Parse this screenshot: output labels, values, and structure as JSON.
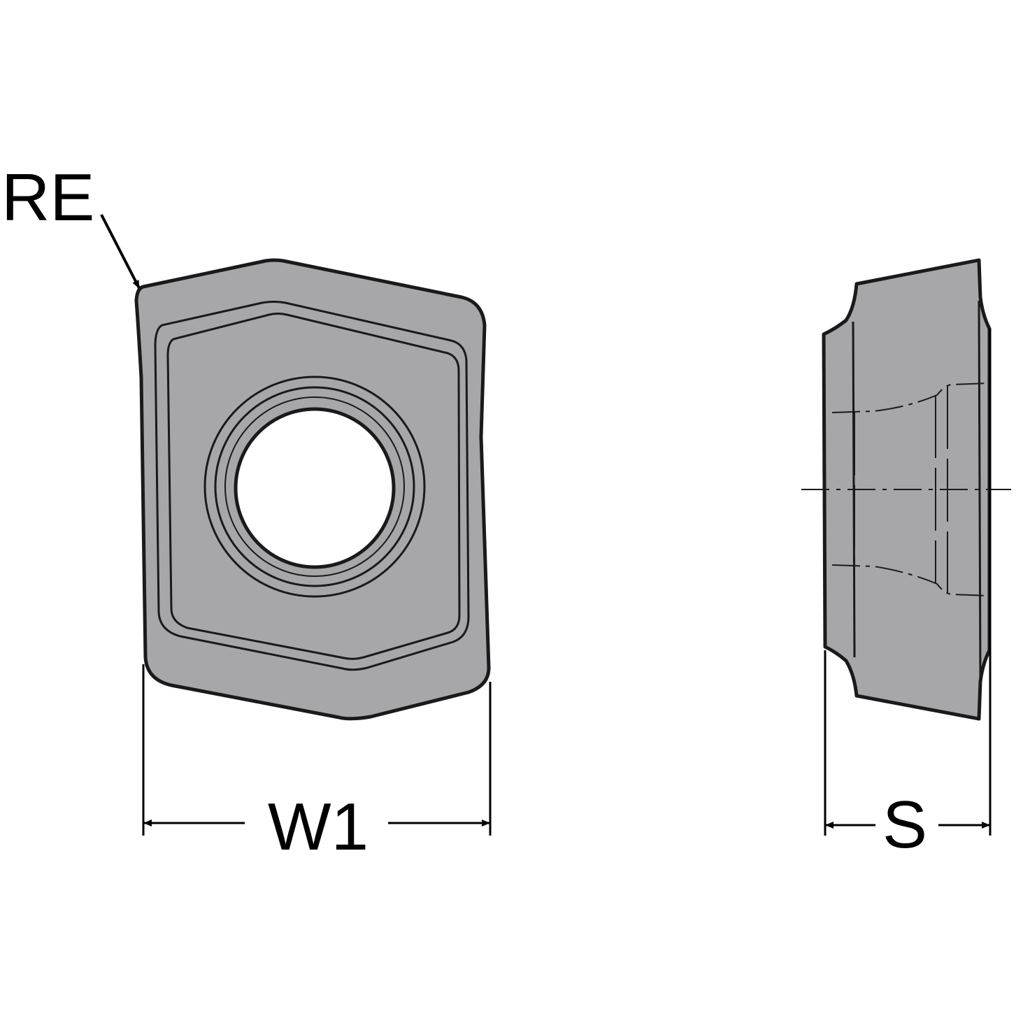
{
  "labels": {
    "corner_radius": "RE",
    "width": "W1",
    "thickness": "S"
  },
  "colors": {
    "insert_fill": "#a7a7a9",
    "outline": "#1a1a1a",
    "background": "#ffffff"
  }
}
